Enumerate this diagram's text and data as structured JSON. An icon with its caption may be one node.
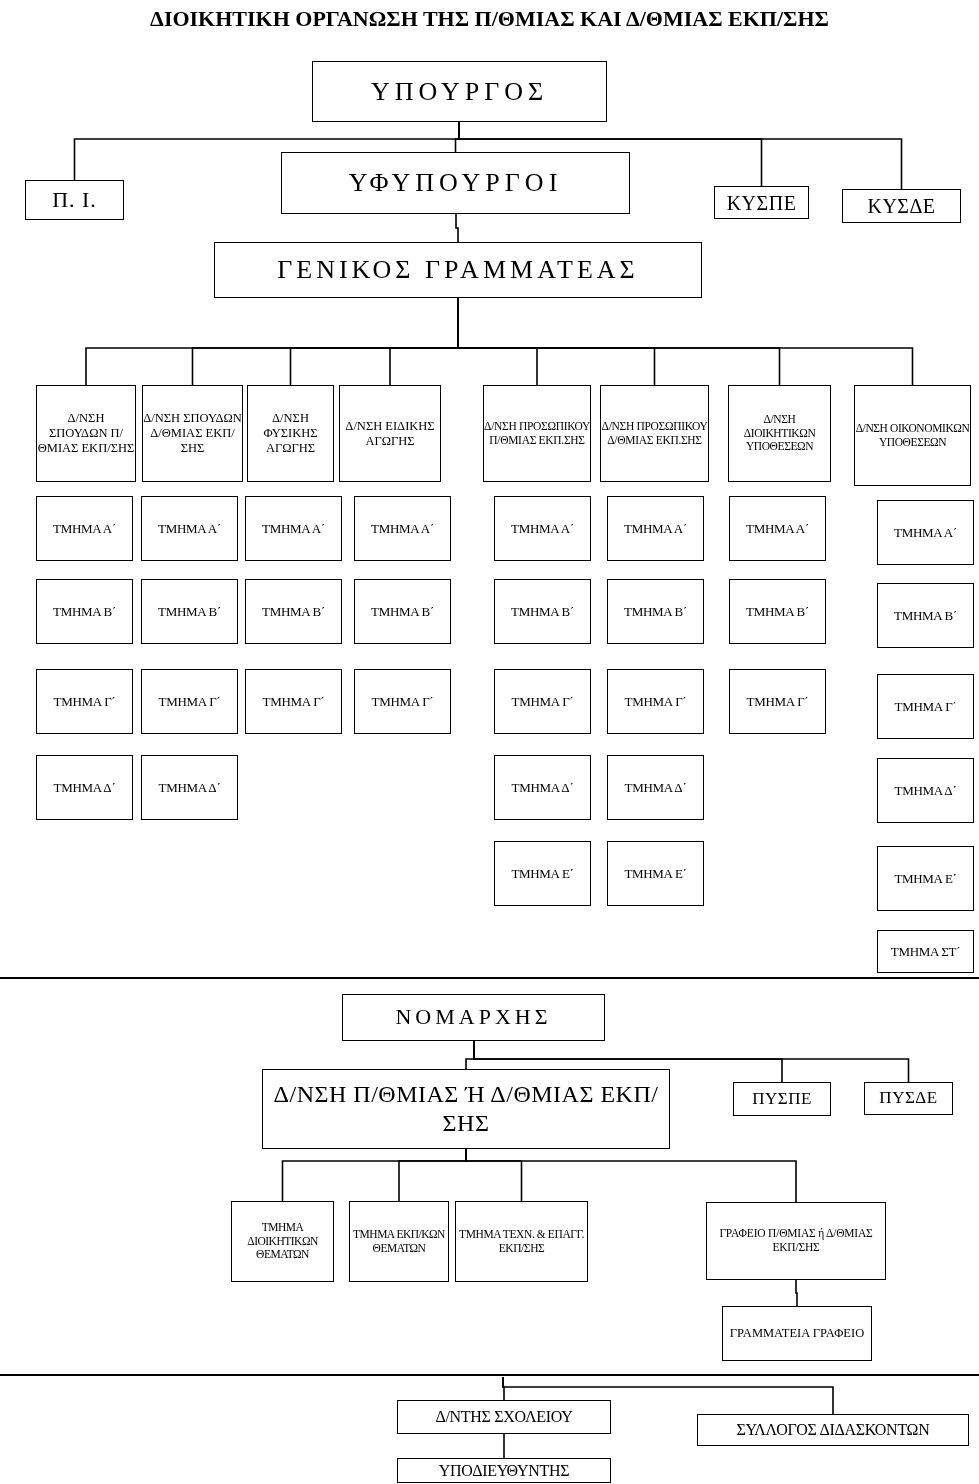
{
  "diagram": {
    "title": "ΔΙΟΙΚΗΤΙΚΗ ΟΡΓΑΝΩΣΗ ΤΗΣ Π/ΘΜΙΑΣ ΚΑΙ Δ/ΘΜΙΑΣ ΕΚΠ/ΣΗΣ",
    "nodes": [
      {
        "text": [
          "ΥΠΟΥΡΓΟΣ"
        ]
      },
      {
        "text": [
          "Π. Ι."
        ]
      },
      {
        "text": [
          "ΥΦΥΠΟΥΡΓΟΙ"
        ]
      },
      {
        "text": [
          "ΚΥΣΠΕ"
        ]
      },
      {
        "text": [
          "ΚΥΣΔΕ"
        ]
      },
      {
        "text": [
          "ΓΕΝΙΚΟΣ ΓΡΑΜΜΑΤΕΑΣ"
        ]
      },
      {
        "text": [
          "Δ/ΝΣΗ ΣΠΟΥΔΩΝ Π/ΘΜΙΑΣ ΕΚΠ/ΣΗΣ"
        ]
      },
      {
        "text": [
          "Δ/ΝΣΗ ΣΠΟΥΔΩΝ Δ/ΘΜΙΑΣ ΕΚΠ/ΣΗΣ"
        ]
      },
      {
        "text": [
          "Δ/ΝΣΗ ΦΥΣΙΚΗΣ ΑΓΩΓΗΣ"
        ]
      },
      {
        "text": [
          "Δ/ΝΣΗ ΕΙΔΙΚΗΣ ΑΓΩΓΗΣ"
        ]
      },
      {
        "text": [
          "Δ/ΝΣΗ ΠΡΟΣΩΠΙΚΟΥ Π/ΘΜΙΑΣ ΕΚΠ.ΣΗΣ"
        ]
      },
      {
        "text": [
          "Δ/ΝΣΗ ΠΡΟΣΩΠΙΚΟΥ Δ/ΘΜΙΑΣ ΕΚΠ.ΣΗΣ"
        ]
      },
      {
        "text": [
          "Δ/ΝΣΗ ΔΙΟΙΚΗΤΙΚΩΝ ΥΠΟΘΕΣΕΩΝ"
        ]
      },
      {
        "text": [
          "Δ/ΝΣΗ ΟΙΚΟΝΟΜΙΚΩΝ ΥΠΟΘΕΣΕΩΝ"
        ]
      },
      {
        "text": [
          "ΤΜΗΜΑ Α΄"
        ]
      },
      {
        "text": [
          "ΤΜΗΜΑ Α΄"
        ]
      },
      {
        "text": [
          "ΤΜΗΜΑ Α΄"
        ]
      },
      {
        "text": [
          "ΤΜΗΜΑ Α΄"
        ]
      },
      {
        "text": [
          "ΤΜΗΜΑ Α΄"
        ]
      },
      {
        "text": [
          "ΤΜΗΜΑ Α΄"
        ]
      },
      {
        "text": [
          "ΤΜΗΜΑ Α΄"
        ]
      },
      {
        "text": [
          "ΤΜΗΜΑ Α΄"
        ]
      },
      {
        "text": [
          "ΤΜΗΜΑ Β΄"
        ]
      },
      {
        "text": [
          "ΤΜΗΜΑ Β΄"
        ]
      },
      {
        "text": [
          "ΤΜΗΜΑ Β΄"
        ]
      },
      {
        "text": [
          "ΤΜΗΜΑ Β΄"
        ]
      },
      {
        "text": [
          "ΤΜΗΜΑ Β΄"
        ]
      },
      {
        "text": [
          "ΤΜΗΜΑ Β΄"
        ]
      },
      {
        "text": [
          "ΤΜΗΜΑ Β΄"
        ]
      },
      {
        "text": [
          "ΤΜΗΜΑ Β΄"
        ]
      },
      {
        "text": [
          "ΤΜΗΜΑ Γ΄"
        ]
      },
      {
        "text": [
          "ΤΜΗΜΑ Γ΄"
        ]
      },
      {
        "text": [
          "ΤΜΗΜΑ Γ΄"
        ]
      },
      {
        "text": [
          "ΤΜΗΜΑ Γ΄"
        ]
      },
      {
        "text": [
          "ΤΜΗΜΑ Γ΄"
        ]
      },
      {
        "text": [
          "ΤΜΗΜΑ Γ΄"
        ]
      },
      {
        "text": [
          "ΤΜΗΜΑ Γ΄"
        ]
      },
      {
        "text": [
          "ΤΜΗΜΑ Γ΄"
        ]
      },
      {
        "text": [
          "ΤΜΗΜΑ Δ΄"
        ]
      },
      {
        "text": [
          "ΤΜΗΜΑ Δ΄"
        ]
      },
      {
        "text": [
          "ΤΜΗΜΑ Δ΄"
        ]
      },
      {
        "text": [
          "ΤΜΗΜΑ Δ΄"
        ]
      },
      {
        "text": [
          "ΤΜΗΜΑ Δ΄"
        ]
      },
      {
        "text": [
          "ΤΜΗΜΑ Ε΄"
        ]
      },
      {
        "text": [
          "ΤΜΗΜΑ Ε΄"
        ]
      },
      {
        "text": [
          "ΤΜΗΜΑ Ε΄"
        ]
      },
      {
        "text": [
          "ΤΜΗΜΑ ΣΤ΄"
        ]
      },
      {
        "text": [
          "ΝΟΜΑΡΧΗΣ"
        ]
      },
      {
        "text": [
          "Δ/ΝΣΗ Π/ΘΜΙΑΣ Ή Δ/ΘΜΙΑΣ ΕΚΠ/ΣΗΣ"
        ]
      },
      {
        "text": [
          "ΠΥΣΠΕ"
        ]
      },
      {
        "text": [
          "ΠΥΣΔΕ"
        ]
      },
      {
        "text": [
          "ΤΜΗΜΑ ΔΙΟΙΚΗΤΙΚΩΝ ΘΕΜΑΤΩΝ"
        ]
      },
      {
        "text": [
          "ΤΜΗΜΑ ΕΚΠ/ΚΩΝ ΘΕΜΑΤΩΝ"
        ]
      },
      {
        "text": [
          "ΤΜΗΜΑ ΤΕΧΝ. & ΕΠΑΓΓ. ΕΚΠ/ΣΗΣ"
        ]
      },
      {
        "text": [
          "ΓΡΑΦΕΙΟ Π/ΘΜΙΑΣ ή Δ/ΘΜΙΑΣ ΕΚΠ/ΣΗΣ"
        ]
      },
      {
        "text": [
          "ΓΡΑΜΜΑΤΕΙΑ ΓΡΑΦΕΙΟ"
        ]
      },
      {
        "text": [
          "Δ/ΝΤΗΣ ΣΧΟΛΕΙΟΥ"
        ]
      },
      {
        "text": [
          "ΣΥΛΛΟΓΟΣ ΔΙΔΑΣΚΟΝΤΩΝ"
        ]
      },
      {
        "text": [
          "ΥΠΟΔΙΕΥΘΥΝΤΗΣ"
        ]
      }
    ],
    "edges": [
      {
        "from": 0,
        "to": 1,
        "arrow": "none"
      },
      {
        "from": 0,
        "to": 2,
        "arrow": "none"
      },
      {
        "from": 0,
        "to": 3,
        "arrow": "none"
      },
      {
        "from": 0,
        "to": 4,
        "arrow": "none"
      },
      {
        "from": 2,
        "to": 5,
        "arrow": "none"
      },
      {
        "from": 5,
        "to": 6,
        "arrow": "none"
      },
      {
        "from": 5,
        "to": 7,
        "arrow": "none"
      },
      {
        "from": 5,
        "to": 8,
        "arrow": "none"
      },
      {
        "from": 5,
        "to": 9,
        "arrow": "none"
      },
      {
        "from": 5,
        "to": 10,
        "arrow": "none"
      },
      {
        "from": 5,
        "to": 11,
        "arrow": "none"
      },
      {
        "from": 5,
        "to": 12,
        "arrow": "none"
      },
      {
        "from": 5,
        "to": 13,
        "arrow": "none"
      },
      {
        "from": 47,
        "to": 48,
        "arrow": "none"
      },
      {
        "from": 47,
        "to": 49,
        "arrow": "none"
      },
      {
        "from": 47,
        "to": 50,
        "arrow": "none"
      },
      {
        "from": 48,
        "to": 51,
        "arrow": "none"
      },
      {
        "from": 48,
        "to": 52,
        "arrow": "none"
      },
      {
        "from": 48,
        "to": 53,
        "arrow": "none"
      },
      {
        "from": 48,
        "to": 54,
        "arrow": "none"
      },
      {
        "from": 54,
        "to": 55,
        "arrow": "none"
      },
      {
        "from": null,
        "to": 56,
        "arrow": "none"
      },
      {
        "from": null,
        "to": 57,
        "arrow": "none"
      },
      {
        "from": 56,
        "to": 58,
        "arrow": "none"
      }
    ]
  }
}
